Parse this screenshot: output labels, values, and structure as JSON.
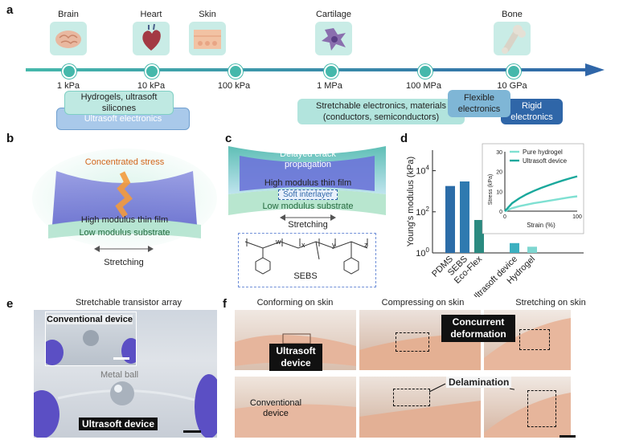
{
  "panel_labels": {
    "a": "a",
    "b": "b",
    "c": "c",
    "d": "d",
    "e": "e",
    "f": "f"
  },
  "timeline": {
    "organs": [
      "Brain",
      "Heart",
      "Skin",
      "Cartilage",
      "Bone"
    ],
    "ticks": [
      "1 kPa",
      "10 kPa",
      "100 kPa",
      "1 MPa",
      "100 MPa",
      "10 GPa"
    ],
    "boxes": {
      "hydrogels": "Hydrogels, ultrasoft silicones",
      "ultrasoft": "Ultrasoft electronics",
      "stretchable": "Stretchable electronics, materials (conductors, semiconductors)",
      "flexible": "Flexible electronics",
      "rigid": "Rigid electronics"
    },
    "colors": {
      "axis": "#3aa9a0",
      "arrow_end": "#2f66a8",
      "node": "#45b8ab"
    }
  },
  "panel_b": {
    "concentrated_stress": "Concentrated stress",
    "thin_film": "High modulus thin film",
    "substrate": "Low modulus substrate",
    "stretching": "Stretching"
  },
  "panel_c": {
    "delayed_crack": "Delayed crack propagation",
    "thin_film": "High modulus thin film",
    "soft_interlayer": "Soft interlayer",
    "substrate": "Low modulus substrate",
    "stretching": "Stretching",
    "sebs": "SEBS",
    "subscripts": [
      "w",
      "x",
      "y",
      "z"
    ]
  },
  "chart_data": [
    {
      "type": "bar",
      "ylabel": "Young's modulus (kPa)",
      "yscale": "log",
      "ylim": [
        1,
        100000
      ],
      "yticks": [
        "10^0",
        "10^2",
        "10^4"
      ],
      "categories": [
        "PDMS",
        "SEBS",
        "Eco-Flex",
        "Ultrasoft device",
        "Hydrogel"
      ],
      "values": [
        1800,
        3000,
        40,
        3,
        2
      ],
      "colors": [
        "#2b6ca8",
        "#2f7ab0",
        "#2a8a80",
        "#3cb0c0",
        "#7ed6d0"
      ]
    },
    {
      "type": "line",
      "xlabel": "Strain (%)",
      "ylabel": "Stress (kPa)",
      "xlim": [
        0,
        100
      ],
      "ylim": [
        0,
        30
      ],
      "xticks": [
        0,
        100
      ],
      "yticks": [
        0,
        10,
        20,
        30
      ],
      "series": [
        {
          "name": "Pure hydrogel",
          "color": "#7fe0d2",
          "x": [
            0,
            10,
            20,
            30,
            40,
            50,
            60,
            70,
            80,
            90,
            100
          ],
          "y": [
            0,
            1.5,
            2.5,
            3.3,
            4,
            4.6,
            5.2,
            5.8,
            6.4,
            7,
            7.5
          ]
        },
        {
          "name": "Ultrasoft device",
          "color": "#1aa89c",
          "x": [
            0,
            10,
            20,
            30,
            40,
            50,
            60,
            70,
            80,
            90,
            100
          ],
          "y": [
            0,
            4,
            6.5,
            8.5,
            10.2,
            11.7,
            13,
            14.3,
            15.5,
            16.6,
            17.6
          ]
        }
      ],
      "legend": "top-left"
    }
  ],
  "panel_e": {
    "title": "Stretchable transistor array",
    "conventional": "Conventional device",
    "metal_ball": "Metal ball",
    "ultrasoft": "Ultrasoft device"
  },
  "panel_f": {
    "col_titles": [
      "Conforming on skin",
      "Compressing on skin",
      "Stretching on skin"
    ],
    "ultrasoft_device": "Ultrasoft device",
    "concurrent_deformation": "Concurrent deformation",
    "conventional_device": "Conventional device",
    "delamination": "Delamination"
  }
}
